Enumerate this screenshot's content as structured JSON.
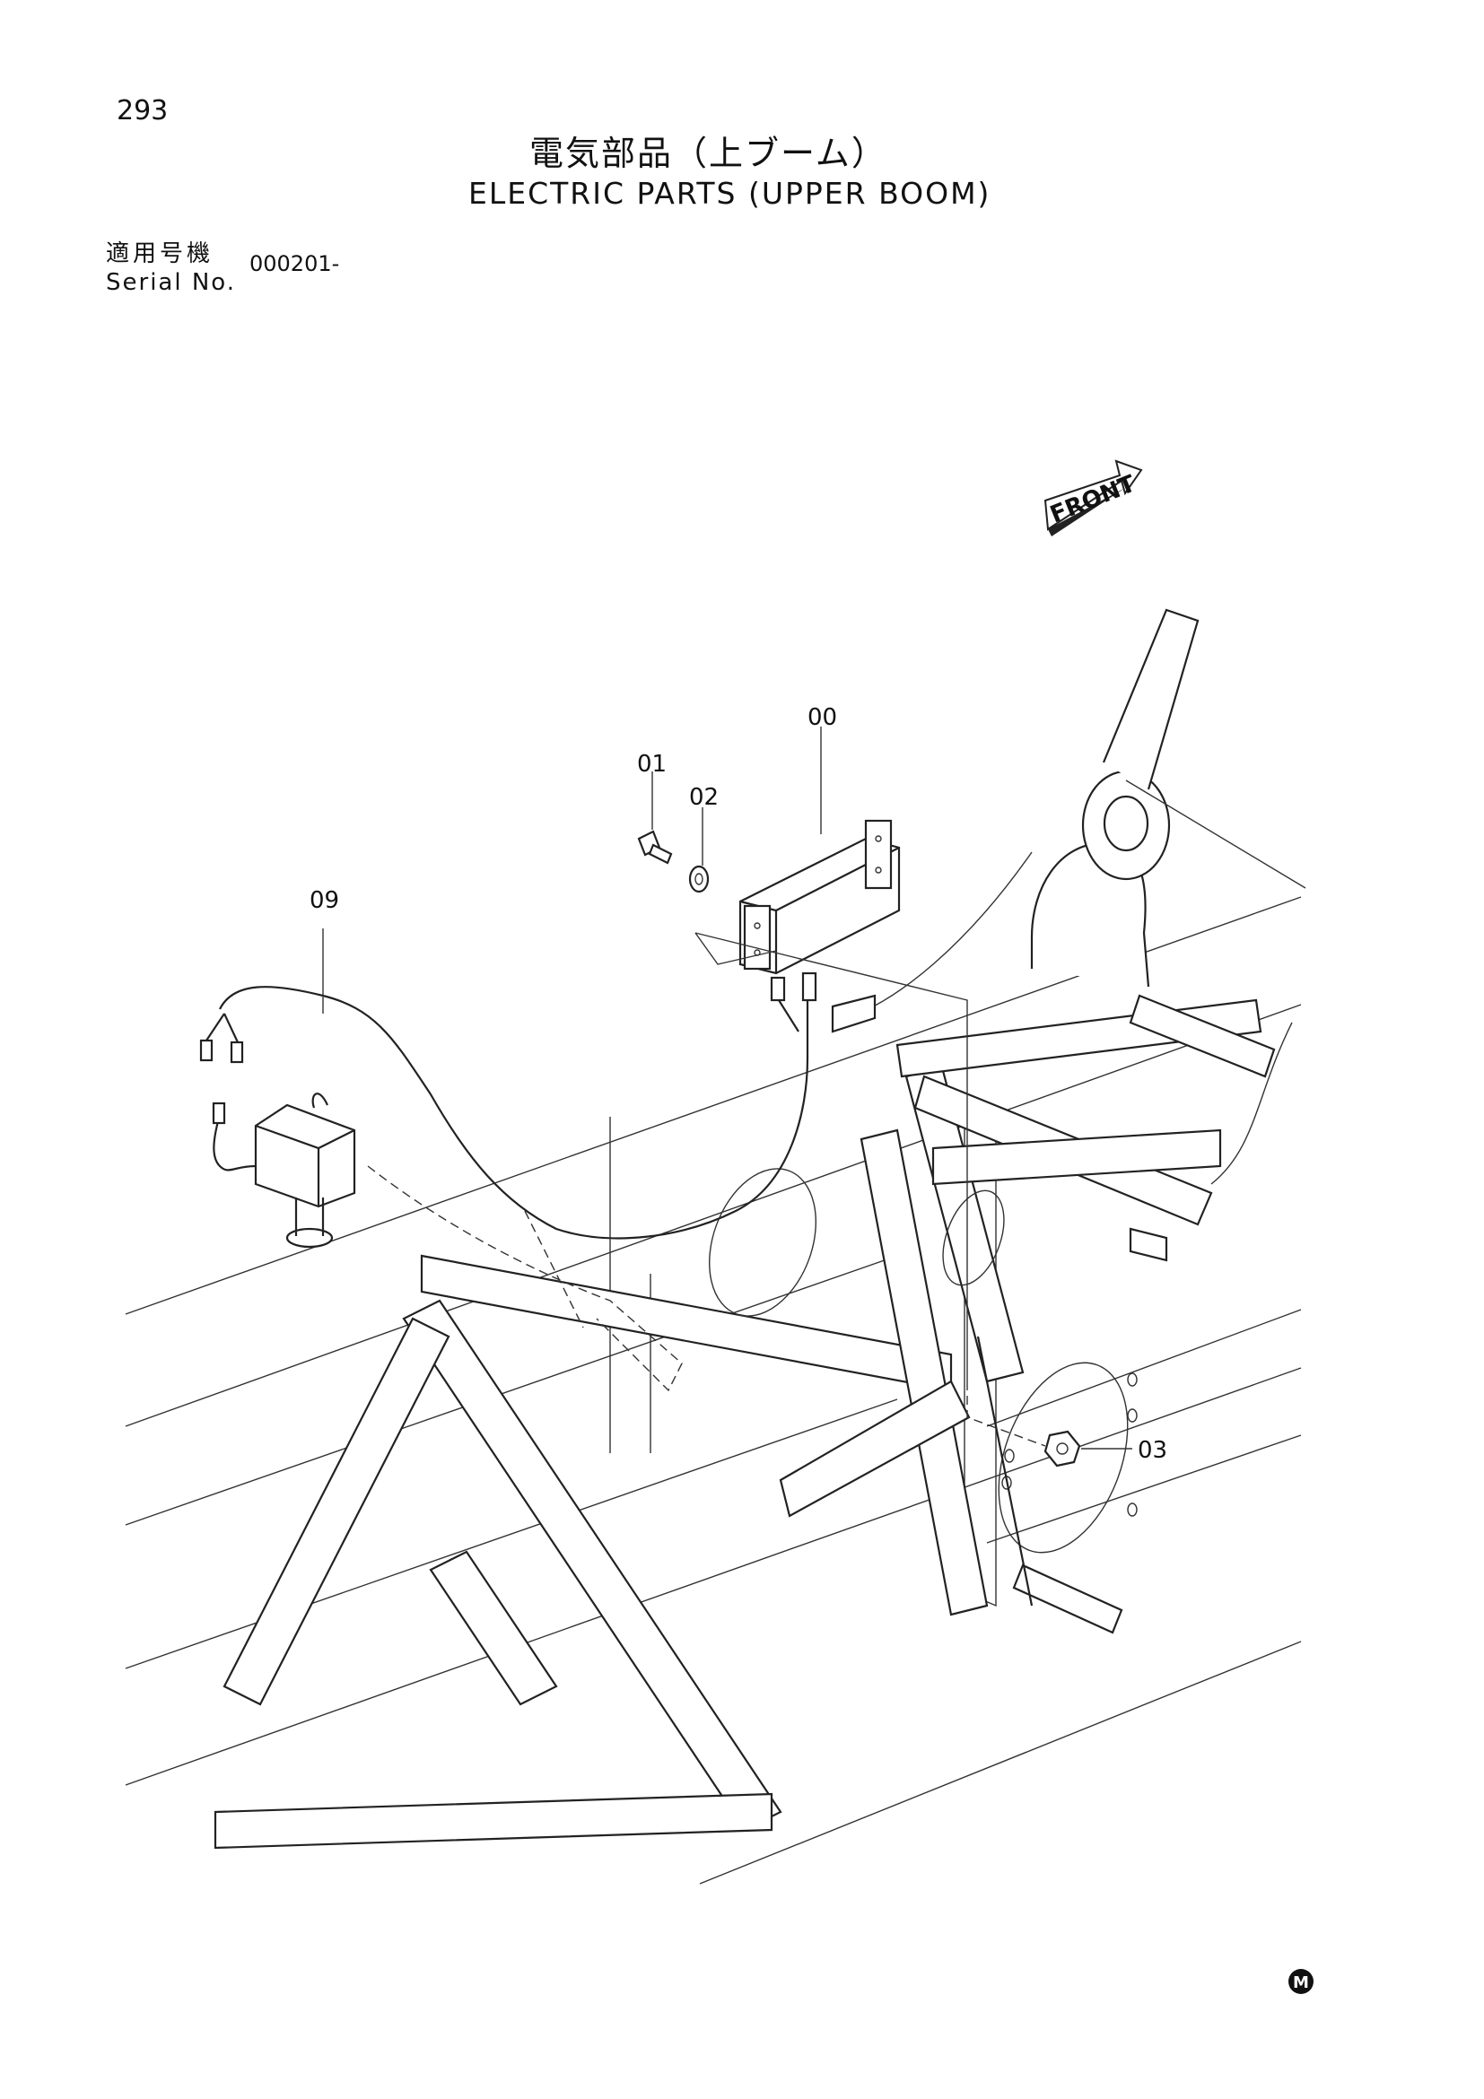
{
  "header": {
    "page_number": "293",
    "title_jp": "電気部品（上ブーム）",
    "title_en": "ELECTRIC PARTS (UPPER BOOM)",
    "serial_label_jp": "適用号機",
    "serial_label_en": "Serial No.",
    "serial_value": "000201-"
  },
  "diagram": {
    "front_label": "FRONT",
    "part_callouts": [
      "00",
      "01",
      "02",
      "03",
      "09"
    ],
    "footer_mark": "M"
  }
}
